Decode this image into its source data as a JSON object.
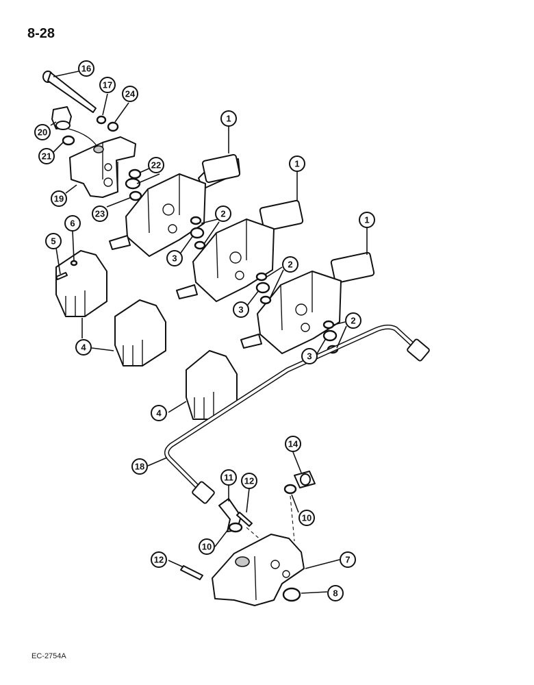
{
  "page_number": "8-28",
  "figure_code": "EC-2754A",
  "callouts": [
    {
      "id": "c16a",
      "label": "16"
    },
    {
      "id": "c17",
      "label": "17"
    },
    {
      "id": "c24",
      "label": "24"
    },
    {
      "id": "c20",
      "label": "20"
    },
    {
      "id": "c21",
      "label": "21"
    },
    {
      "id": "c22",
      "label": "22"
    },
    {
      "id": "c23",
      "label": "23"
    },
    {
      "id": "c19",
      "label": "19"
    },
    {
      "id": "c1a",
      "label": "1"
    },
    {
      "id": "c1b",
      "label": "1"
    },
    {
      "id": "c1c",
      "label": "1"
    },
    {
      "id": "c2a",
      "label": "2"
    },
    {
      "id": "c3a",
      "label": "3"
    },
    {
      "id": "c2b",
      "label": "2"
    },
    {
      "id": "c3b",
      "label": "3"
    },
    {
      "id": "c2c",
      "label": "2"
    },
    {
      "id": "c3c",
      "label": "3"
    },
    {
      "id": "c6",
      "label": "6"
    },
    {
      "id": "c5",
      "label": "5"
    },
    {
      "id": "c4a",
      "label": "4"
    },
    {
      "id": "c4b",
      "label": "4"
    },
    {
      "id": "c18",
      "label": "18"
    },
    {
      "id": "c14",
      "label": "14"
    },
    {
      "id": "c11",
      "label": "11"
    },
    {
      "id": "c12a",
      "label": "12"
    },
    {
      "id": "c10a",
      "label": "10"
    },
    {
      "id": "c10b",
      "label": "10"
    },
    {
      "id": "c12b",
      "label": "12"
    },
    {
      "id": "c7",
      "label": "7"
    },
    {
      "id": "c8",
      "label": "8"
    }
  ]
}
